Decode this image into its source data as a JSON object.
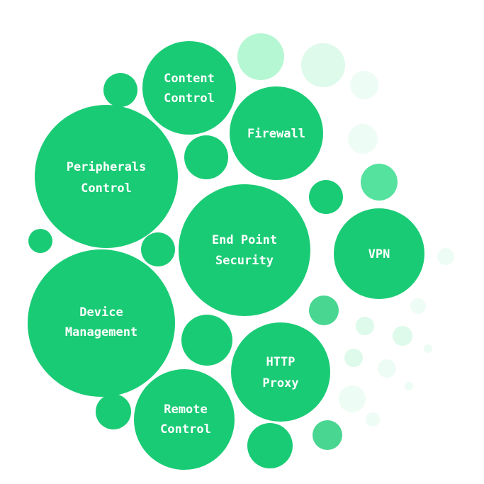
{
  "colors": {
    "primary": "#1ACB75",
    "medium": "#55E29F",
    "muted": "#48D690",
    "light": "#B6F7D3",
    "pale": "#DDFAEA",
    "faint": "#EDFCF4",
    "label": "#FFFFFF",
    "background": "#FFFFFF"
  },
  "bubbles": {
    "content_control": {
      "line1": "Content",
      "line2": "Control"
    },
    "firewall": {
      "line1": "Firewall"
    },
    "peripherals_control": {
      "line1": "Peripherals",
      "line2": "Control"
    },
    "end_point_security": {
      "line1": "End Point",
      "line2": "Security"
    },
    "vpn": {
      "line1": "VPN"
    },
    "device_management": {
      "line1": "Device",
      "line2": "Management"
    },
    "http_proxy": {
      "line1": "HTTP",
      "line2": "Proxy"
    },
    "remote_control": {
      "line1": "Remote",
      "line2": "Control"
    }
  }
}
